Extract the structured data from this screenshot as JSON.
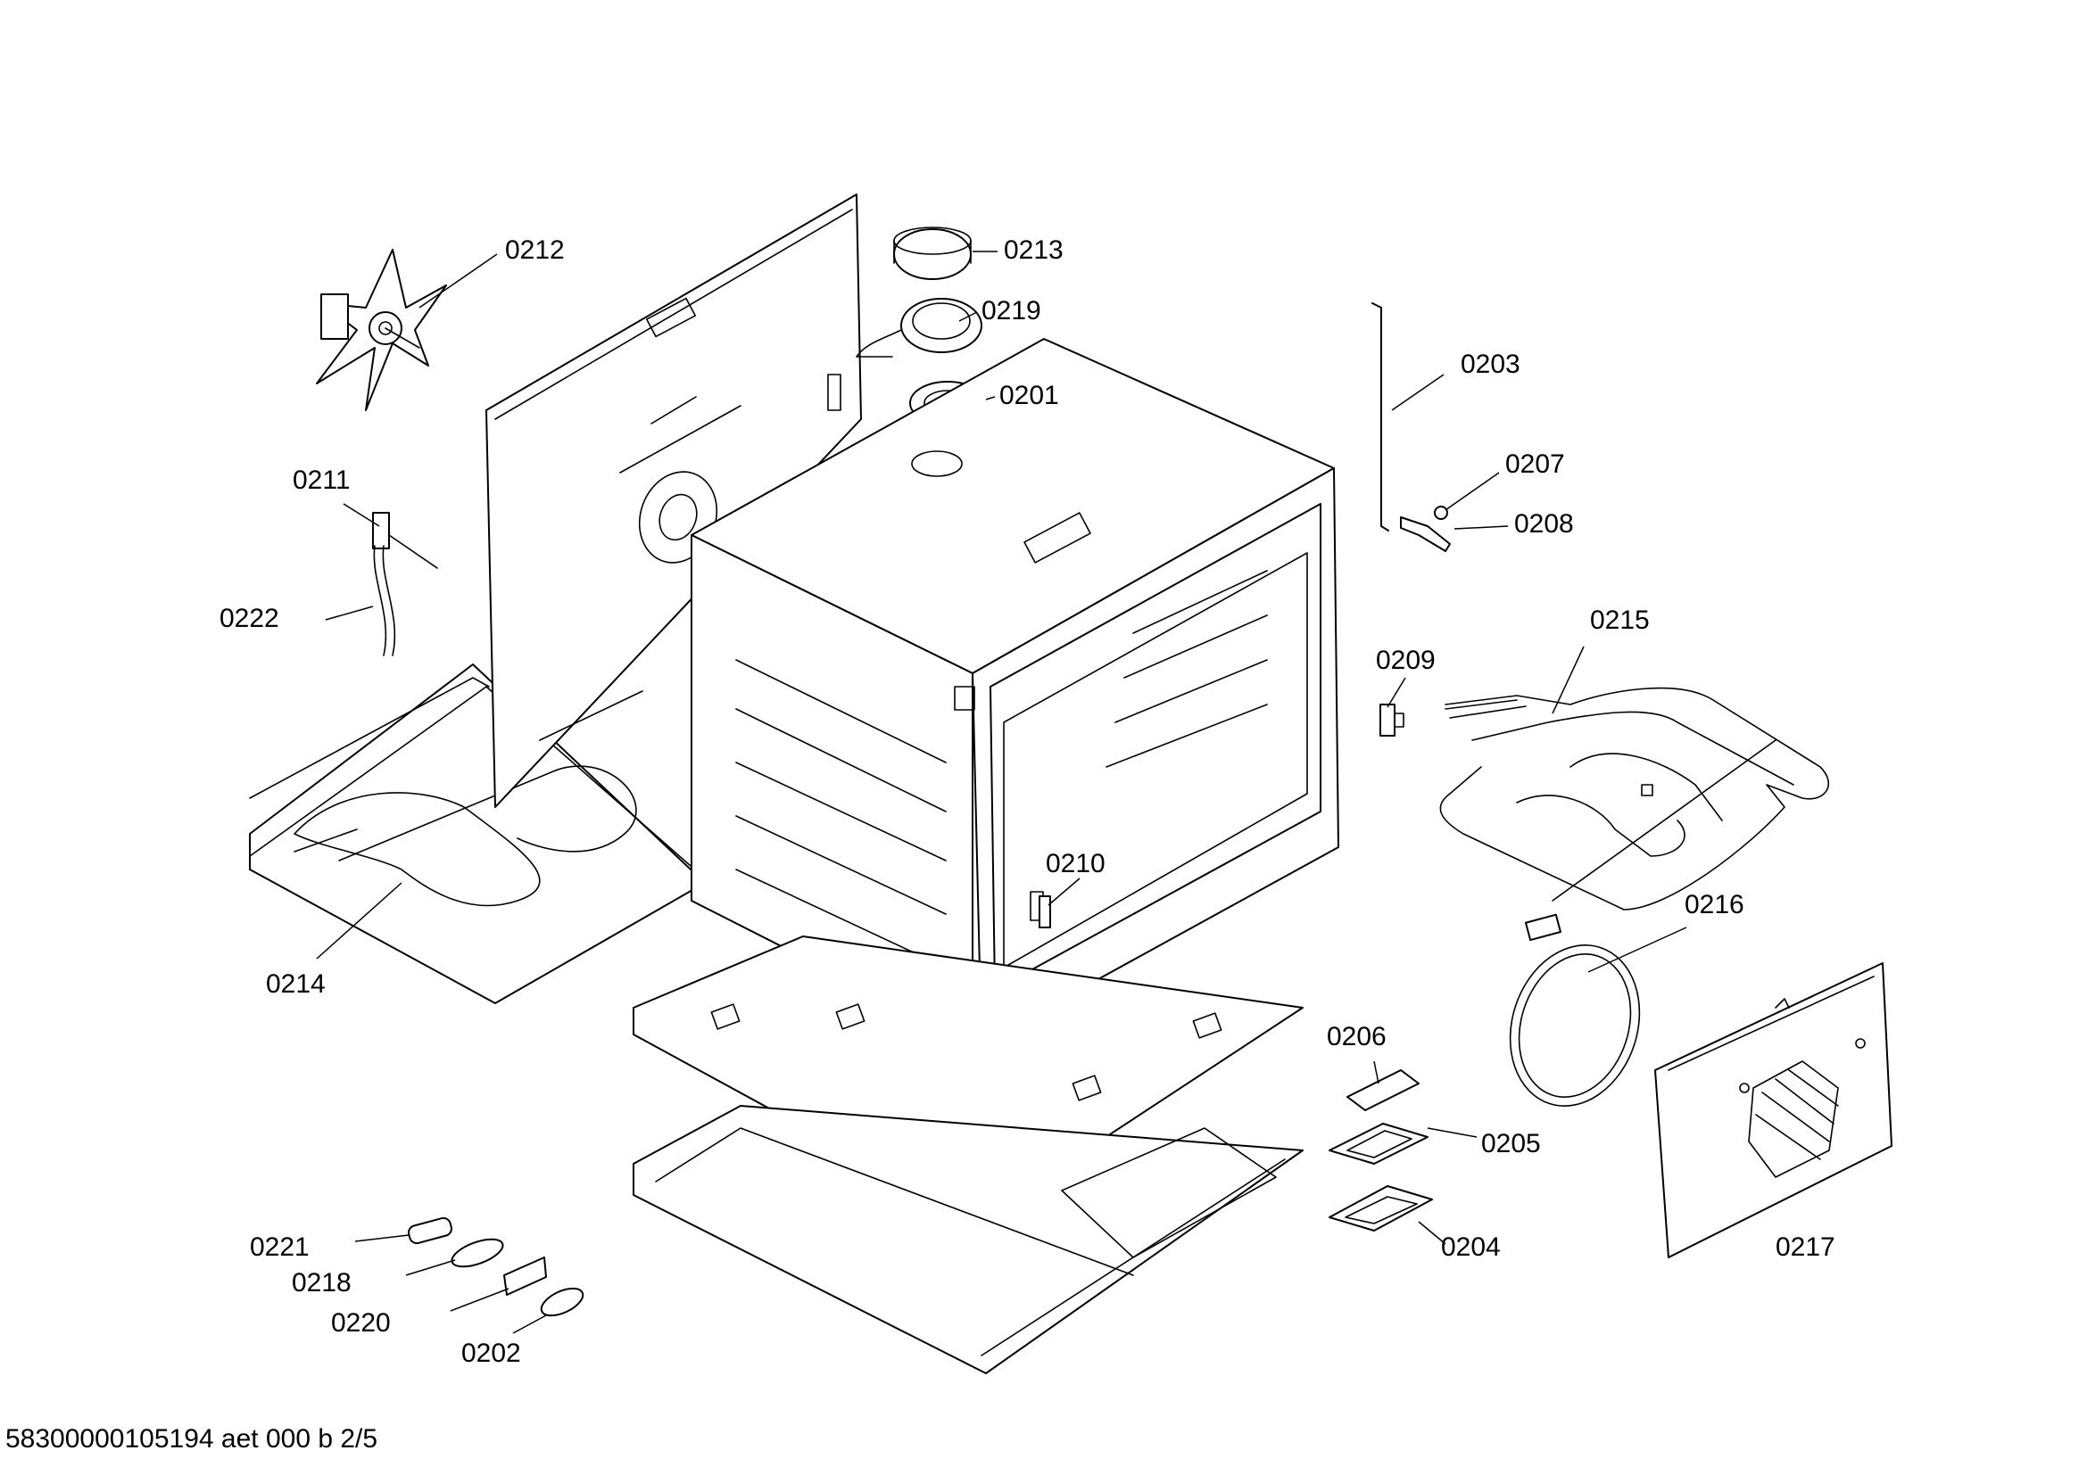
{
  "document": {
    "reference": "58300000105194 aet 000 b 2/5"
  },
  "callouts": {
    "p0201": "0201",
    "p0202": "0202",
    "p0203": "0203",
    "p0204": "0204",
    "p0205": "0205",
    "p0206": "0206",
    "p0207": "0207",
    "p0208": "0208",
    "p0209": "0209",
    "p0210": "0210",
    "p0211": "0211",
    "p0212": "0212",
    "p0213": "0213",
    "p0214": "0214",
    "p0215": "0215",
    "p0216": "0216",
    "p0217": "0217",
    "p0218": "0218",
    "p0219": "0219",
    "p0220": "0220",
    "p0221": "0221",
    "p0222": "0222"
  }
}
